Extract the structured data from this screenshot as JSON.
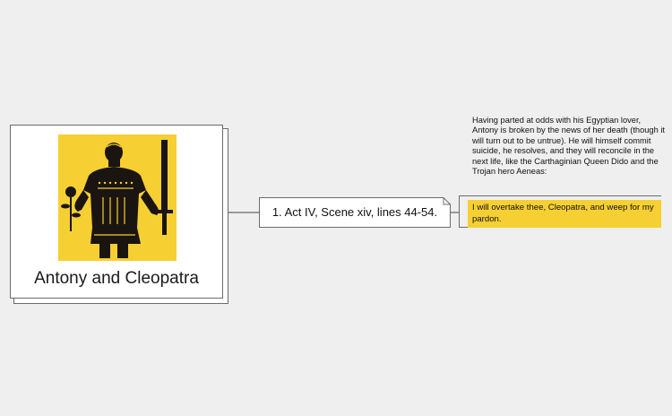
{
  "card": {
    "title": "Antony and Cleopatra",
    "image_icon": "roman-soldier-icon",
    "image_bg": "#f6cf33"
  },
  "reference": {
    "label": "1. Act IV, Scene xiv, lines 44-54."
  },
  "description": "Having parted at odds with his Egyptian lover, Antony is broken by the news of her death (though it will turn out to be untrue). He will himself commit suicide, he resolves, and they will reconcile in the next life, like the Carthaginian Queen Dido and the Trojan hero Aeneas:",
  "quote": "I will overtake thee, Cleopatra, and weep for my pardon.",
  "colors": {
    "accent": "#f6cf33",
    "background": "#efefef",
    "border": "#6b6b6b"
  }
}
